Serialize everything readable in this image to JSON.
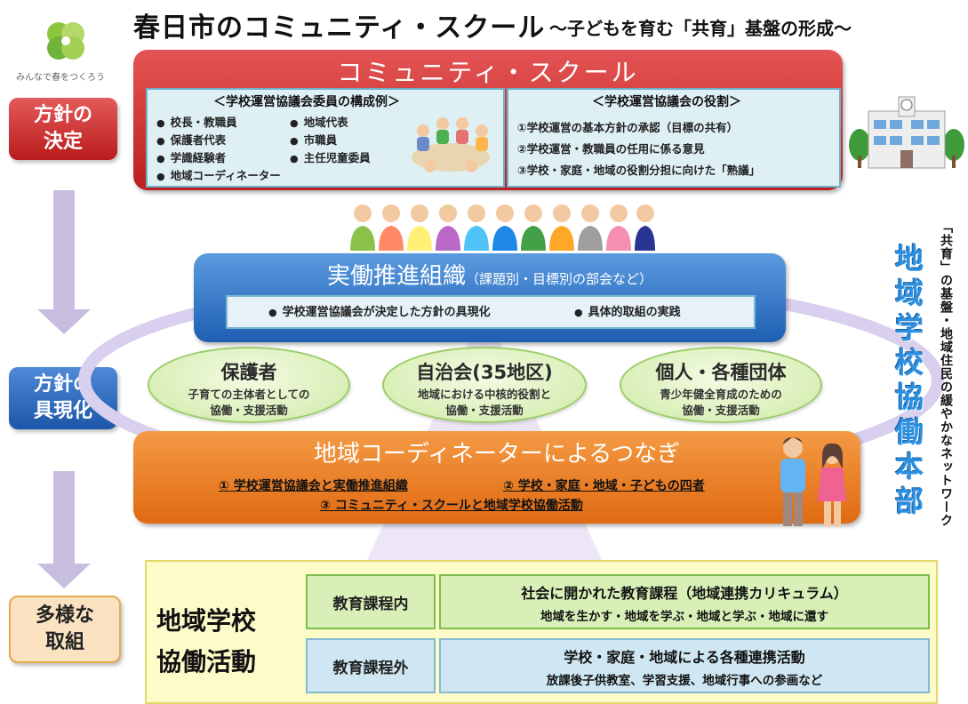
{
  "logo": {
    "caption": "みんなで春をつくろう"
  },
  "title": {
    "main": "春日市のコミュニティ・スクール",
    "sub": "～子どもを育む「共育」基盤の形成～"
  },
  "stages": {
    "decision": {
      "line1": "方針の",
      "line2": "決定"
    },
    "realize": {
      "line1": "方針の",
      "line2": "具現化"
    },
    "diverse": {
      "line1": "多様な",
      "line2": "取組"
    }
  },
  "community_school": {
    "title": "コミュニティ・スクール",
    "members": {
      "heading": "＜学校運営協議会委員の構成例＞",
      "items": [
        "校長・教職員",
        "保護者代表",
        "学識経験者",
        "地域コーディネーター",
        "地域代表",
        "市職員",
        "主任児童委員"
      ]
    },
    "roles": {
      "heading": "＜学校運営協議会の役割＞",
      "items": [
        "①学校運営の基本方針の承認（目標の共有）",
        "②学校運営・教職員の任用に係る意見",
        "③学校・家庭・地域の役割分担に向けた「熟議」"
      ]
    }
  },
  "jitsudo": {
    "title": "実働推進組織",
    "subtitle": "（課題別・目標別の部会など）",
    "items": [
      "学校運営協議会が決定した方針の具現化",
      "具体的取組の実践"
    ]
  },
  "groups": [
    {
      "title": "保護者",
      "line1": "子育ての主体者としての",
      "line2": "協働・支援活動"
    },
    {
      "title": "自治会(35地区)",
      "line1": "地域における中核的役割と",
      "line2": "協働・支援活動"
    },
    {
      "title": "個人・各種団体",
      "line1": "青少年健全育成のための",
      "line2": "協働・支援活動"
    }
  ],
  "coordinator": {
    "title": "地域コーディネーターによるつなぎ",
    "items": [
      "① 学校運営協議会と実働推進組織",
      "② 学校・家庭・地域・子どもの四者",
      "③ コミュニティ・スクールと地域学校協働活動"
    ]
  },
  "side": {
    "blue": [
      "地",
      "域",
      "学",
      "校",
      "協",
      "働",
      "本",
      "部"
    ],
    "black": "「共育」の基盤・地域住民の緩やかなネットワーク"
  },
  "bottom": {
    "title_line1": "地域学校",
    "title_line2": "協働活動",
    "rows": [
      {
        "tag": "教育課程内",
        "main": "社会に開かれた教育課程（地域連携カリキュラム）",
        "sub": "地域を生かす・地域を学ぶ・地域と学ぶ・地域に還す"
      },
      {
        "tag": "教育課程外",
        "main": "学校・家庭・地域による各種連携活動",
        "sub": "放課後子供教室、学習支援、地域行事への参画など"
      }
    ]
  },
  "colors": {
    "red": "#c62828",
    "blue": "#1f5fb3",
    "orange": "#e8761b",
    "green": "#9ccd6a",
    "side_blue": "#2b8fe0"
  }
}
